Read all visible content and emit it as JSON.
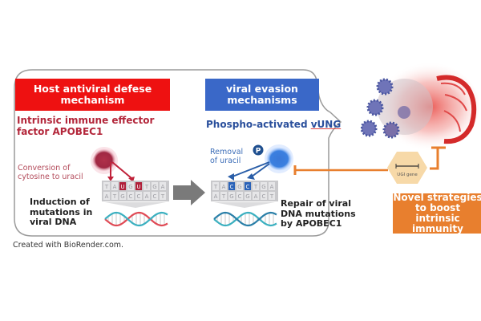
{
  "left_panel": {
    "title": "Host antiviral defese mechanism",
    "title_line1": "Host antiviral defese",
    "title_line2": "mechanism",
    "subtitle_line1": "Intrinsic immune effector",
    "subtitle_line2": "factor APOBEC1",
    "note_line1": "Conversion of",
    "note_line2": "cytosine to uracil",
    "caption_line1": "Induction of",
    "caption_line2": "mutations in",
    "caption_line3": "viral DNA",
    "dna_top": [
      "T",
      "A",
      "U",
      "G",
      "U",
      "T",
      "G",
      "A"
    ],
    "dna_bottom": [
      "A",
      "T",
      "G",
      "C",
      "C",
      "A",
      "C",
      "T"
    ],
    "highlight_base": "U"
  },
  "right_panel": {
    "title_line1": "viral evasion",
    "title_line2": "mechanisms",
    "subtitle_prefix": "Phospho-activated ",
    "subtitle_underlined": "vUNG",
    "note_line1": "Removal",
    "note_line2": "of uracil",
    "phospho_label": "P",
    "caption_line1": "Repair of viral",
    "caption_line2": "DNA mutations",
    "caption_line3": "by APOBEC1",
    "dna_top": [
      "T",
      "A",
      "C",
      "G",
      "C",
      "T",
      "G",
      "A"
    ],
    "dna_bottom": [
      "A",
      "T",
      "G",
      "C",
      "G",
      "A",
      "C",
      "T"
    ],
    "highlight_base": "C"
  },
  "gene_hexagon": {
    "label": "UGI gene"
  },
  "strategy_box": {
    "line1": "Novel strategies",
    "line2": "to boost intrinsic",
    "line3": "immunity"
  },
  "credit": "Created with BioRender.com.",
  "colors": {
    "host_red": "#ee1111",
    "viral_blue": "#3a68c8",
    "strategy_orange": "#e87f2e",
    "arrow_gray": "#777777"
  }
}
